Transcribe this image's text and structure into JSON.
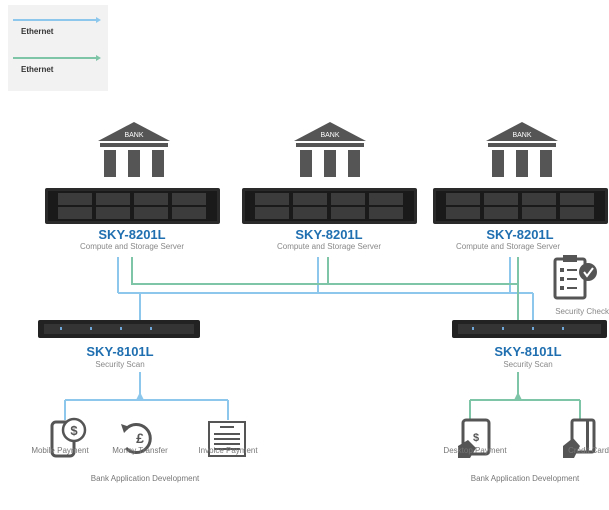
{
  "legend": {
    "items": [
      {
        "label": "Ethernet",
        "color": "#8dc8ec"
      },
      {
        "label": "Ethernet",
        "color": "#7ec4a6"
      }
    ]
  },
  "banks": [
    {
      "label": "BANK"
    },
    {
      "label": "BANK"
    },
    {
      "label": "BANK"
    }
  ],
  "servers": [
    {
      "model": "SKY-8201L",
      "role": "Compute and Storage Server"
    },
    {
      "model": "SKY-8201L",
      "role": "Compute and Storage Server"
    },
    {
      "model": "SKY-8201L",
      "role": "Compute and Storage Server"
    }
  ],
  "scanners": [
    {
      "model": "SKY-8101L",
      "role": "Security Scan"
    },
    {
      "model": "SKY-8101L",
      "role": "Security Scan"
    }
  ],
  "security_check": {
    "label": "Security Check"
  },
  "clients_left": [
    {
      "label": "Mobile Payment",
      "icon": "mobile-payment-icon"
    },
    {
      "label": "Money Transfer",
      "icon": "money-transfer-icon"
    },
    {
      "label": "Invoice Payment",
      "icon": "invoice-icon"
    }
  ],
  "clients_right": [
    {
      "label": "Desktop Payment",
      "icon": "desktop-payment-icon"
    },
    {
      "label": "Credit Card",
      "icon": "credit-card-icon"
    }
  ],
  "footers": [
    {
      "label": "Bank Application Development"
    },
    {
      "label": "Bank Application Development"
    }
  ],
  "colors": {
    "blue_line": "#8dc8ec",
    "green_line": "#7ec4a6",
    "model_text": "#1f6fb0",
    "icon_gray": "#555555"
  }
}
